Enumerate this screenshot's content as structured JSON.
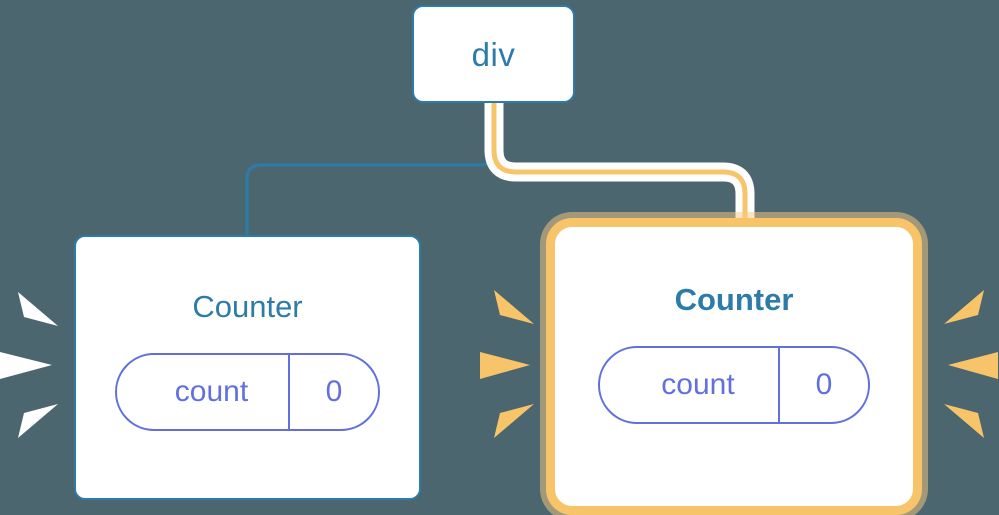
{
  "diagram": {
    "title": "React component tree re-render highlight",
    "background_color": "#4c666f"
  },
  "nodes": [
    {
      "id": "root",
      "label": "div",
      "type": "element",
      "highlighted": false,
      "border_color": "#2d7ba8",
      "text_color": "#2d7ba8"
    },
    {
      "id": "counter-left",
      "label": "Counter",
      "type": "component",
      "highlighted": false,
      "border_color": "#2d7ba8",
      "text_color": "#2d7ba8",
      "state": {
        "key": "count",
        "value": "0",
        "color": "#6170dd"
      }
    },
    {
      "id": "counter-right",
      "label": "Counter",
      "type": "component",
      "highlighted": true,
      "border_color": "#f8c46a",
      "halo_color": "#f9c982",
      "text_color": "#2d7ba8",
      "state": {
        "key": "count",
        "value": "0",
        "color": "#6170dd"
      }
    }
  ],
  "edges": [
    {
      "id": "edge-root-to-left",
      "from": "root",
      "to": "counter-left",
      "color": "#2d7ba8",
      "highlighted": false
    },
    {
      "id": "edge-root-to-right",
      "from": "root",
      "to": "counter-right",
      "color": "#f8c46a",
      "halo_color": "#ffffff",
      "highlighted": true
    }
  ],
  "sparkles": [
    {
      "id": "sparkle-left-of-left-node",
      "color": "#ffffff",
      "side": "left",
      "attached_to": "counter-left"
    },
    {
      "id": "sparkle-left-of-right-node",
      "color": "#f8c46a",
      "side": "left",
      "attached_to": "counter-right"
    },
    {
      "id": "sparkle-right-of-right-node",
      "color": "#f8c46a",
      "side": "right",
      "attached_to": "counter-right"
    }
  ],
  "colors": {
    "background": "#4c666f",
    "blue": "#2d7ba8",
    "orange": "#f8c46a",
    "orange_pale": "#f9c982",
    "purple": "#6170dd",
    "white": "#ffffff"
  }
}
